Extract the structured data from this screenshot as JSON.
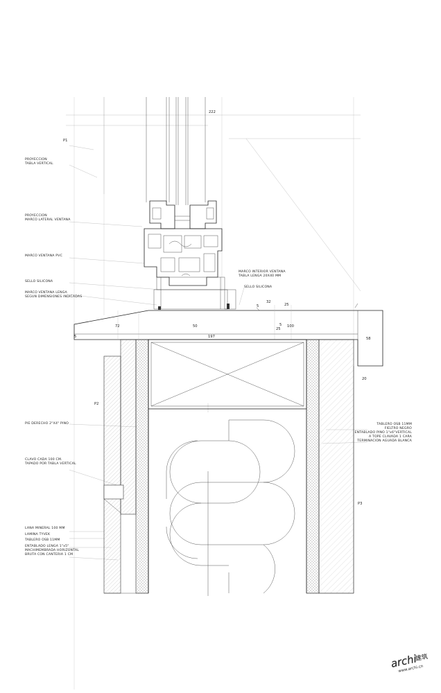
{
  "labels_left": {
    "proyeccion_tabla": "PROYECCION\nTABLA VERTICAL",
    "proyeccion_marco": "PROYECCION\nMARCO LATERAL VENTANA",
    "marco_pvc": "MARCO VENTANA PVC",
    "sello_silicona": "SELLO SILICONA",
    "marco_lenga": "MARCO VENTANA LENGA\nSEGUN DIMENSIONES INDICADAS",
    "pie_derecho": "PIE DERECHO 2\"X4\"  PINO",
    "clavo": "CLAVO CADA 100 CM.\nTAPADO POR TABLA VERTICAL",
    "lana": "LANA MINERAL 100 MM",
    "lamina": "LAMINA TYVEK",
    "tablero": "TABLERO OSB 11MM",
    "entablado": "ENTABLADO LENGA 1\"x5\"\nMACHIMEMBRADA HORIZONTAL\nBRUTA CON CANTERIA 1 CM"
  },
  "labels_center": {
    "marco_interior": "MARCO INTERIOR VENTANA\nTABLA LENGA 20X40 MM",
    "sello_silicona": "SELLO SILICONA"
  },
  "labels_right": {
    "tablero_block": "TABLERO OSB 11MM\nFIELTRO NEGRO\nENTABLADO PINO 1\"x6\"VERTICAL\nA TOPE CLAVADA 1 CARA\nTERMINACION AGUADA BLANCA"
  },
  "point_tags": {
    "p1": "P1",
    "p2": "P2",
    "p3": "P3"
  },
  "dimensions": {
    "d222": "222",
    "d72": "72",
    "d50": "50",
    "d197": "197",
    "d100": "100",
    "d5a": "5",
    "d5b": "5",
    "d5c": "5",
    "d58": "58",
    "d20": "20",
    "d25a": "25",
    "d25b": "25",
    "d32": "32"
  },
  "watermark": {
    "brand": "archi",
    "brand_cn": "建筑",
    "url": "www.archi.cn"
  }
}
